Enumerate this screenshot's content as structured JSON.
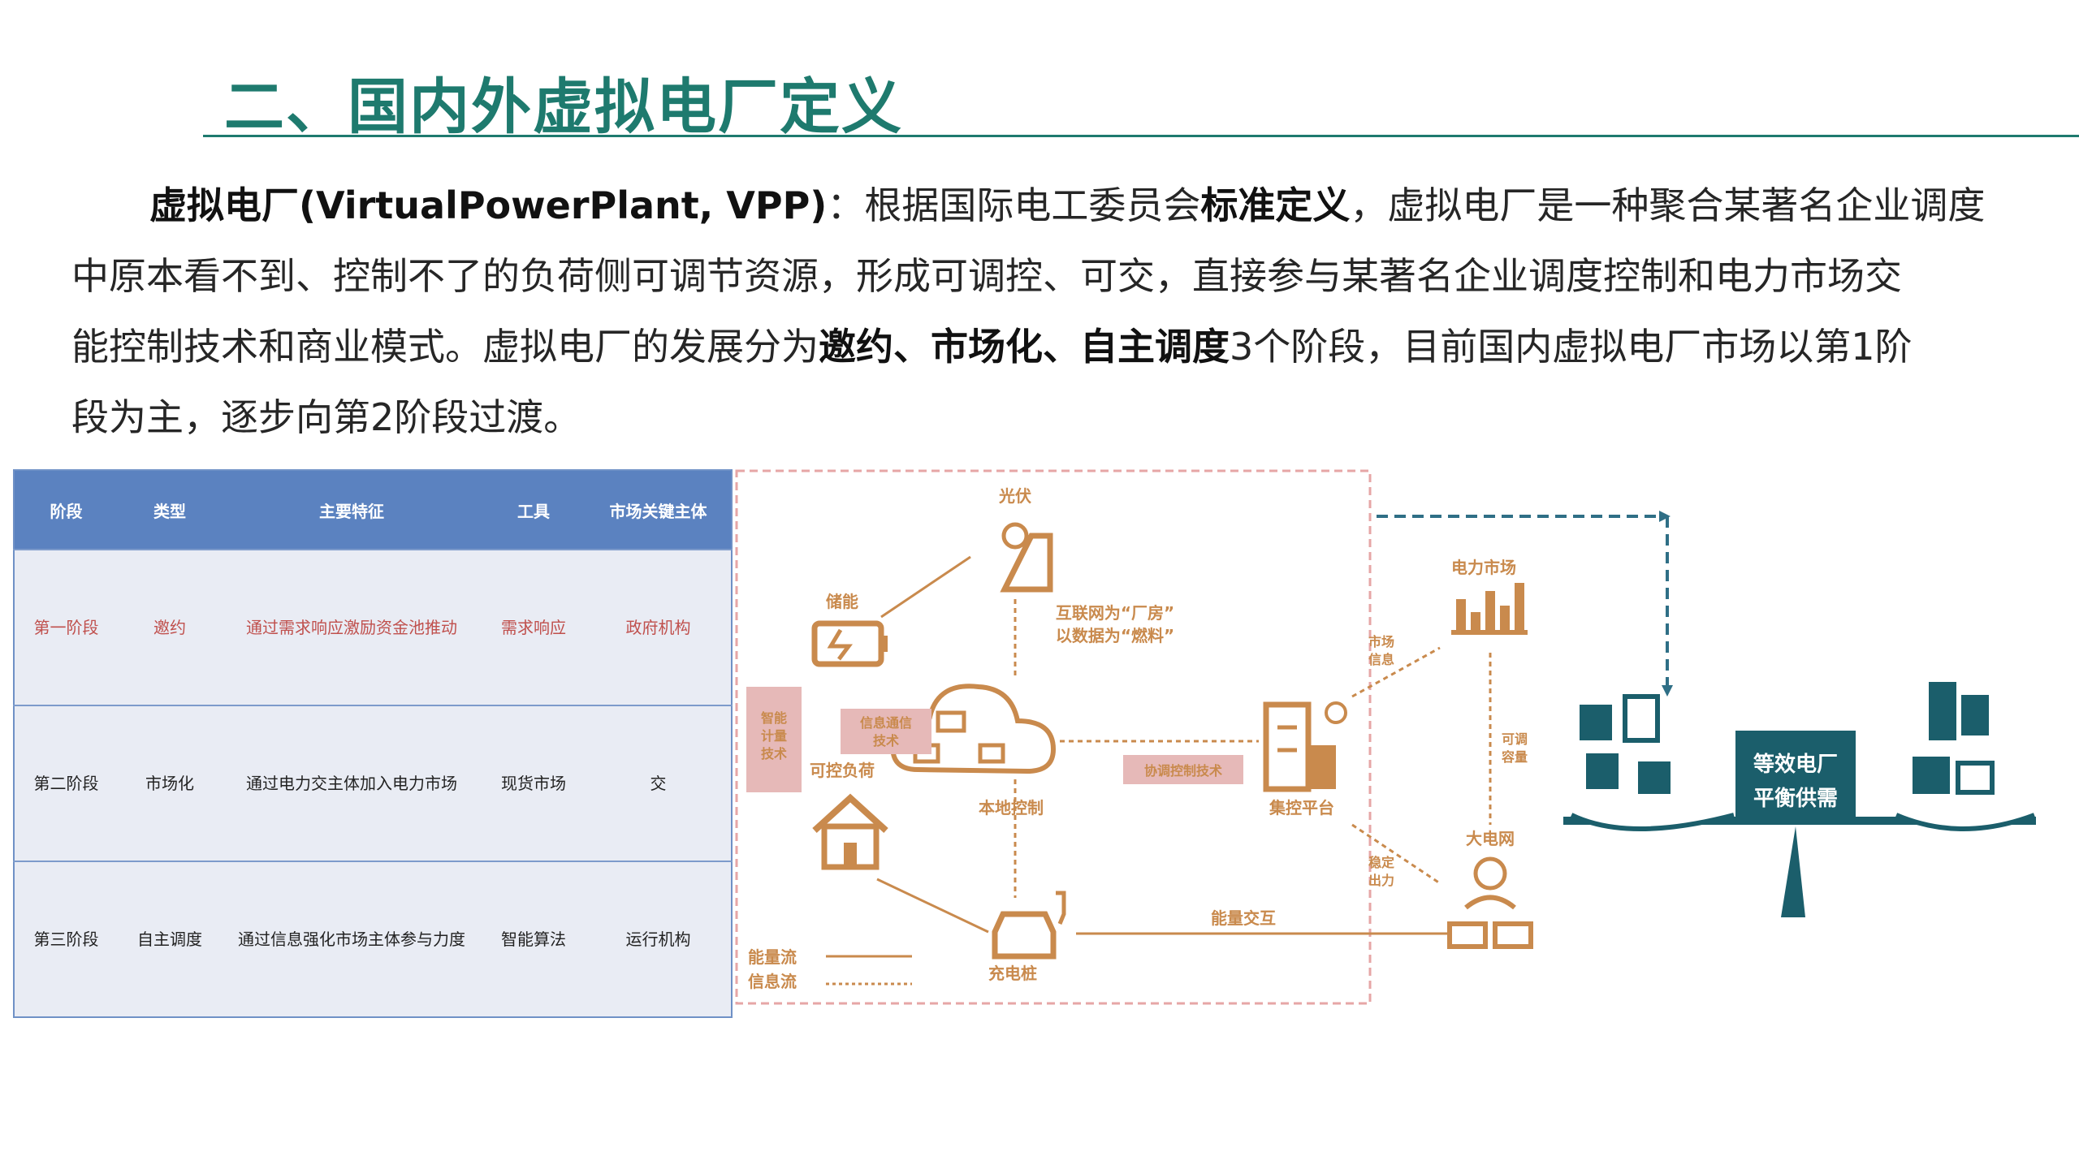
{
  "title": "二、国内外虚拟电厂定义",
  "paragraph": {
    "line1_bold": "虚拟电厂(VirtualPowerPlant, VPP)",
    "line1_a": "：根据国际电工委员会",
    "line1_bold2": "标准定义",
    "line1_b": "，虚拟电厂是一种聚合某著名企业调度",
    "line2": "中原本看不到、控制不了的负荷侧可调节资源，形成可调控、可交，直接参与某著名企业调度控制和电力市场交",
    "line3_a": "能控制技术和商业模式。虚拟电厂的发展分为",
    "line3_bold": "邀约、市场化、自主调度",
    "line3_b": "3个阶段，目前国内虚拟电厂市场以第1阶",
    "line4": "段为主，逐步向第2阶段过渡。"
  },
  "table": {
    "headers": [
      "阶段",
      "类型",
      "主要特征",
      "工具",
      "市场关键主体"
    ],
    "rows": [
      [
        "第一阶段",
        "邀约",
        "通过需求响应激励资金池推动",
        "需求响应",
        "政府机构"
      ],
      [
        "第二阶段",
        "市场化",
        "通过电力交主体加入电力市场",
        "现货市场",
        "交"
      ],
      [
        "第三阶段",
        "自主调度",
        "通过信息强化市场主体参与力度",
        "智能算法",
        "运行机构"
      ]
    ]
  },
  "diagram": {
    "pv": "光伏",
    "storage": "储能",
    "internet_note_1": "互联网为“厂房”",
    "internet_note_2": "以数据为“燃料”",
    "smart_meter_1": "智能",
    "smart_meter_2": "计量",
    "smart_meter_3": "技术",
    "info_comm_1": "信息通信",
    "info_comm_2": "技术",
    "controllable_load": "可控负荷",
    "local_control": "本地控制",
    "coord_control": "协调控制技术",
    "central_platform": "集控平台",
    "power_market": "电力市场",
    "market_info_1": "市场",
    "market_info_2": "信息",
    "adjustable_capacity_1": "可调",
    "adjustable_capacity_2": "容量",
    "stable_output_1": "稳定",
    "stable_output_2": "出力",
    "grid": "大电网",
    "energy_exchange": "能量交互",
    "charging_pile": "充电桩",
    "energy_flow": "能量流",
    "info_flow": "信息流",
    "equiv_plant": "等效电厂",
    "balance": "平衡供需"
  },
  "colors": {
    "title": "#1e7a6e",
    "table_header": "#5b82c0",
    "table_row": "#e9ecf4",
    "stage1_text": "#c0504d",
    "diagram_orange": "#c98a4d",
    "diagram_pink": "#e6b9b8",
    "scale_teal": "#1b5e6b"
  }
}
